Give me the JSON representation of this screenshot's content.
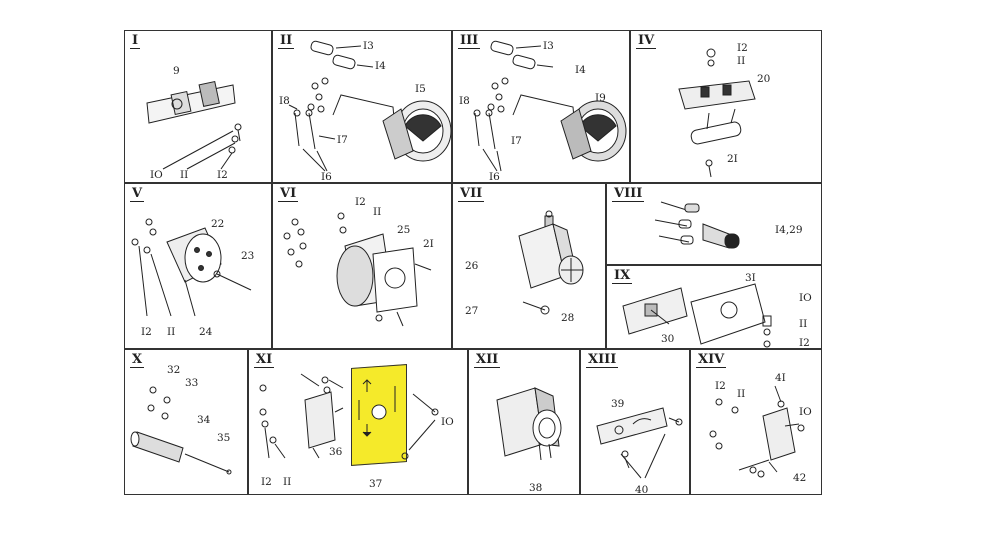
{
  "panels": [
    {
      "id": "I",
      "roman": "I",
      "labels": [
        "9",
        "IO",
        "II",
        "I2"
      ]
    },
    {
      "id": "II",
      "roman": "II",
      "labels": [
        "I3",
        "I4",
        "I5",
        "I8",
        "I7",
        "I6"
      ]
    },
    {
      "id": "III",
      "roman": "III",
      "labels": [
        "I3",
        "I4",
        "I9",
        "I8",
        "I7",
        "I6"
      ]
    },
    {
      "id": "IV",
      "roman": "IV",
      "labels": [
        "I2",
        "II",
        "20",
        "2I"
      ]
    },
    {
      "id": "V",
      "roman": "V",
      "labels": [
        "22",
        "23",
        "I2",
        "II",
        "24"
      ]
    },
    {
      "id": "VI",
      "roman": "VI",
      "labels": [
        "I2",
        "II",
        "25",
        "2I"
      ]
    },
    {
      "id": "VII",
      "roman": "VII",
      "labels": [
        "26",
        "27",
        "28"
      ]
    },
    {
      "id": "VIII",
      "roman": "VIII",
      "labels": [
        "I4,29"
      ]
    },
    {
      "id": "IX",
      "roman": "IX",
      "labels": [
        "3I",
        "IO",
        "II",
        "I2",
        "30"
      ]
    },
    {
      "id": "X",
      "roman": "X",
      "labels": [
        "32",
        "33",
        "34",
        "35"
      ]
    },
    {
      "id": "XI",
      "roman": "XI",
      "labels": [
        "IO",
        "36",
        "37",
        "I2",
        "II"
      ]
    },
    {
      "id": "XII",
      "roman": "XII",
      "labels": [
        "38"
      ]
    },
    {
      "id": "XIII",
      "roman": "XIII",
      "labels": [
        "39",
        "40"
      ]
    },
    {
      "id": "XIV",
      "roman": "XIV",
      "labels": [
        "I2",
        "II",
        "4I",
        "IO",
        "42"
      ]
    }
  ],
  "highlight": {
    "color": "#f5ea2a",
    "panel": "XI",
    "part": "37"
  },
  "icons": [
    "screw-icon",
    "nut-icon",
    "washer-icon",
    "gauge-icon",
    "bracket-icon",
    "switch-icon",
    "lamp-icon",
    "motor-icon",
    "valve-icon",
    "fuse-holder-icon",
    "plate-icon"
  ]
}
